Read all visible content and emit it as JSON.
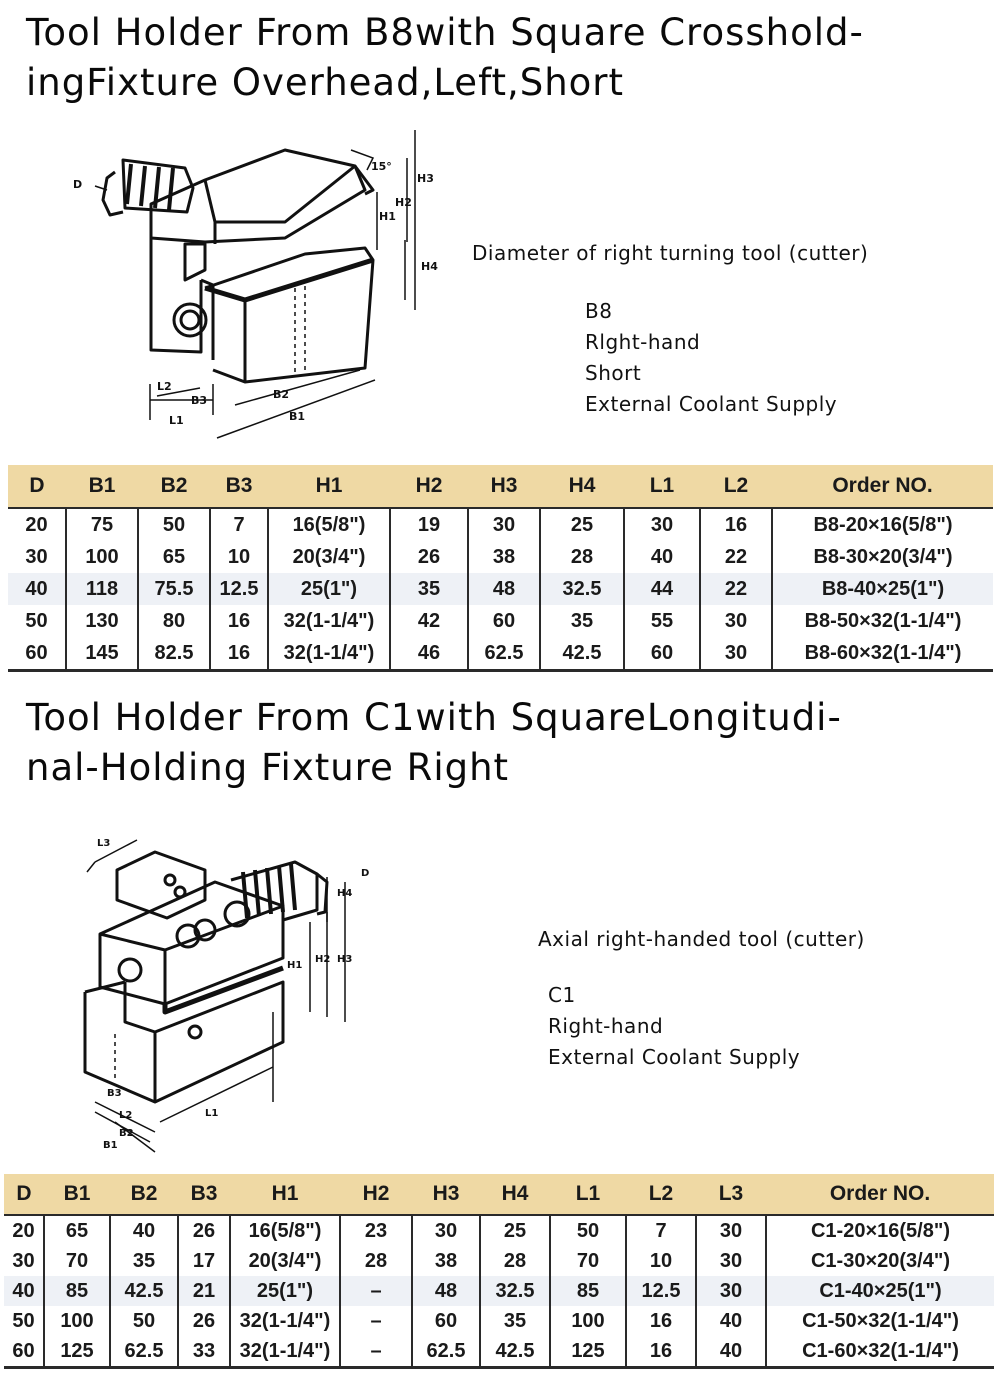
{
  "section1": {
    "title_lines": [
      "Tool Holder From B8with Square Crosshold-",
      "ingFixture Overhead,Left,Short"
    ],
    "diagram_labels": {
      "d": "D",
      "angle": "15°",
      "h1": "H1",
      "h2": "H2",
      "h3": "H3",
      "h4": "H4",
      "b1": "B1",
      "b2": "B2",
      "b3": "B3",
      "l1": "L1",
      "l2": "L2"
    },
    "caption": "Diameter of right turning tool (cutter)",
    "desc_lines": [
      "B8",
      "Rlght-hand",
      "Short",
      "External Coolant Supply"
    ],
    "table": {
      "headers": [
        "D",
        "B1",
        "B2",
        "B3",
        "H1",
        "H2",
        "H3",
        "H4",
        "L1",
        "L2",
        "Order NO."
      ],
      "rows": [
        [
          "20",
          "75",
          "50",
          "7",
          "16(5/8\")",
          "19",
          "30",
          "25",
          "30",
          "16",
          "B8-20×16(5/8\")"
        ],
        [
          "30",
          "100",
          "65",
          "10",
          "20(3/4\")",
          "26",
          "38",
          "28",
          "40",
          "22",
          "B8-30×20(3/4\")"
        ],
        [
          "40",
          "118",
          "75.5",
          "12.5",
          "25(1\")",
          "35",
          "48",
          "32.5",
          "44",
          "22",
          "B8-40×25(1\")"
        ],
        [
          "50",
          "130",
          "80",
          "16",
          "32(1-1/4\")",
          "42",
          "60",
          "35",
          "55",
          "30",
          "B8-50×32(1-1/4\")"
        ],
        [
          "60",
          "145",
          "82.5",
          "16",
          "32(1-1/4\")",
          "46",
          "62.5",
          "42.5",
          "60",
          "30",
          "B8-60×32(1-1/4\")"
        ]
      ]
    }
  },
  "section2": {
    "title_lines": [
      "Tool Holder From C1with SquareLongitudi-",
      "nal-Holding Fixture Right"
    ],
    "diagram_labels": {
      "d": "D",
      "l3": "L3",
      "h1": "H1",
      "h2": "H2",
      "h3": "H3",
      "h4": "H4",
      "b1": "B1",
      "b2": "B2",
      "b3": "B3",
      "l1": "L1",
      "l2": "L2"
    },
    "caption": "Axial right-handed tool (cutter)",
    "desc_lines": [
      "C1",
      "Right-hand",
      "External Coolant Supply"
    ],
    "table": {
      "headers": [
        "D",
        "B1",
        "B2",
        "B3",
        "H1",
        "H2",
        "H3",
        "H4",
        "L1",
        "L2",
        "L3",
        "Order NO."
      ],
      "rows": [
        [
          "20",
          "65",
          "40",
          "26",
          "16(5/8\")",
          "23",
          "30",
          "25",
          "50",
          "7",
          "30",
          "C1-20×16(5/8\")"
        ],
        [
          "30",
          "70",
          "35",
          "17",
          "20(3/4\")",
          "28",
          "38",
          "28",
          "70",
          "10",
          "30",
          "C1-30×20(3/4\")"
        ],
        [
          "40",
          "85",
          "42.5",
          "21",
          "25(1\")",
          "–",
          "48",
          "32.5",
          "85",
          "12.5",
          "30",
          "C1-40×25(1\")"
        ],
        [
          "50",
          "100",
          "50",
          "26",
          "32(1-1/4\")",
          "–",
          "60",
          "35",
          "100",
          "16",
          "40",
          "C1-50×32(1-1/4\")"
        ],
        [
          "60",
          "125",
          "62.5",
          "33",
          "32(1-1/4\")",
          "–",
          "62.5",
          "42.5",
          "125",
          "16",
          "40",
          "C1-60×32(1-1/4\")"
        ]
      ]
    }
  }
}
